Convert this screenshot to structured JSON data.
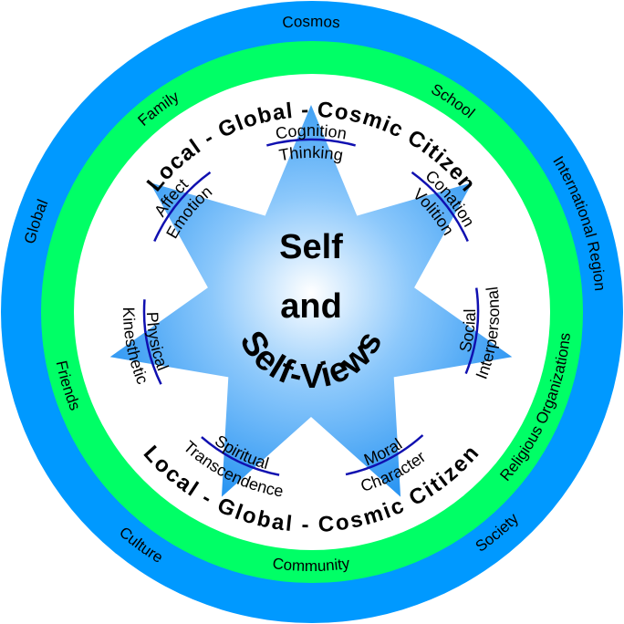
{
  "colors": {
    "outer_ring": "#0099ff",
    "middle_ring": "#00ff66",
    "star_edge": "#2a95f2",
    "star_center": "#ffffff",
    "label_arc": "#1010b0"
  },
  "outer_ring": {
    "cosmos": "Cosmos",
    "international_region": "International Region",
    "society": "Society",
    "culture": "Culture",
    "global": "Global"
  },
  "middle_ring": {
    "school": "School",
    "religious_organizations": "Religious Organizations",
    "community": "Community",
    "friends": "Friends",
    "family": "Family"
  },
  "citizen": {
    "top": "Local  -  Global  -  Cosmic   Citizen",
    "bottom": "Local  -  Global  -  Cosmic   Citizen"
  },
  "center": {
    "line1": "Self",
    "line2": "and",
    "line3": "Self-Views"
  },
  "dimensions": [
    {
      "outer": "Cognition",
      "inner": "Thinking"
    },
    {
      "outer": "Conation",
      "inner": "Volition"
    },
    {
      "outer": "Interpersonal",
      "inner": "Social"
    },
    {
      "outer": "Character",
      "inner": "Moral"
    },
    {
      "outer": "Transcendence",
      "inner": "Spiritual"
    },
    {
      "outer": "Kinesthetic",
      "inner": "Physical"
    },
    {
      "outer": "Affect",
      "inner": "Emotion"
    }
  ]
}
